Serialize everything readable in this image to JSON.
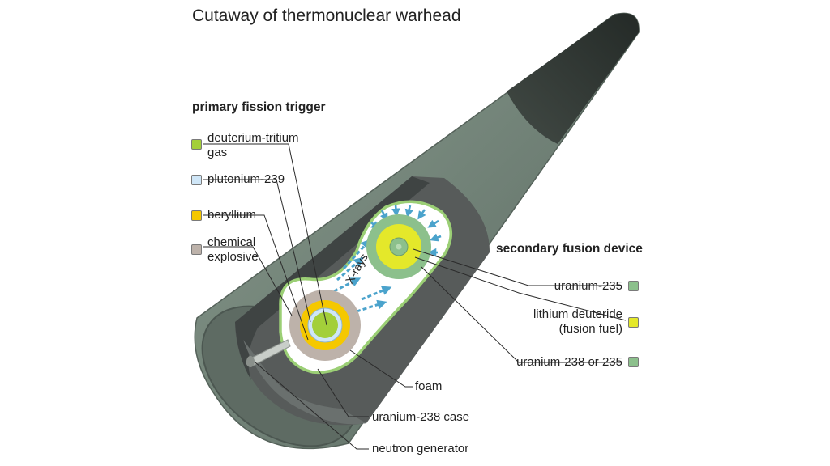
{
  "title": "Cutaway of thermonuclear warhead",
  "primary": {
    "heading": "primary fission trigger",
    "legend": [
      {
        "label_line1": "deuterium-tritium",
        "label_line2": "gas",
        "color": "#a3cf3a"
      },
      {
        "label_line1": "plutonium-239",
        "label_line2": "",
        "color": "#cfe6f7"
      },
      {
        "label_line1": "beryllium",
        "label_line2": "",
        "color": "#f5c800"
      },
      {
        "label_line1": "chemical",
        "label_line2": "explosive",
        "color": "#bdb2aa"
      }
    ]
  },
  "secondary": {
    "heading": "secondary fusion device",
    "legend": [
      {
        "label_line1": "uranium-235",
        "label_line2": "",
        "color": "#8cc08c"
      },
      {
        "label_line1": "lithium deuteride",
        "label_line2": "(fusion fuel)",
        "color": "#e4e82a"
      },
      {
        "label_line1": "uranium-238 or 235",
        "label_line2": "",
        "color": "#8cc08c"
      }
    ]
  },
  "callouts": {
    "foam": "foam",
    "case": "uranium-238 case",
    "neutron": "neutron generator",
    "xrays": "X-rays"
  },
  "colors": {
    "casing": "#6f7f72",
    "casing_dark": "#4b534e",
    "tip": "#2d3430",
    "interior_dark": "#575b5a",
    "foam": "#ffffff",
    "case_line": "#9bcf75",
    "arrow": "#4ba3cc"
  }
}
